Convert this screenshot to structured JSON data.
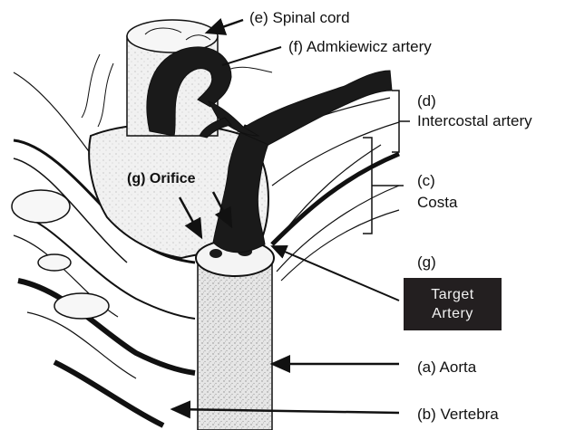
{
  "labels": {
    "spinal_cord": "(e) Spinal cord",
    "admkiewicz": "(f) Admkiewicz artery",
    "intercostal_letter": "(d)",
    "intercostal_name": "Intercostal artery",
    "orifice": "(g) Orifice",
    "costa_letter": "(c)",
    "costa_name": "Costa",
    "g_letter": "(g)",
    "target_line1": "Target",
    "target_line2": "Artery",
    "aorta": "(a) Aorta",
    "vertebra": "(b) Vertebra"
  },
  "colors": {
    "ink": "#111111",
    "artery_fill": "#1a1a1a",
    "target_box": "#231f20",
    "target_text": "#f2f2f2",
    "aorta_fill": "#d9d9d9"
  }
}
